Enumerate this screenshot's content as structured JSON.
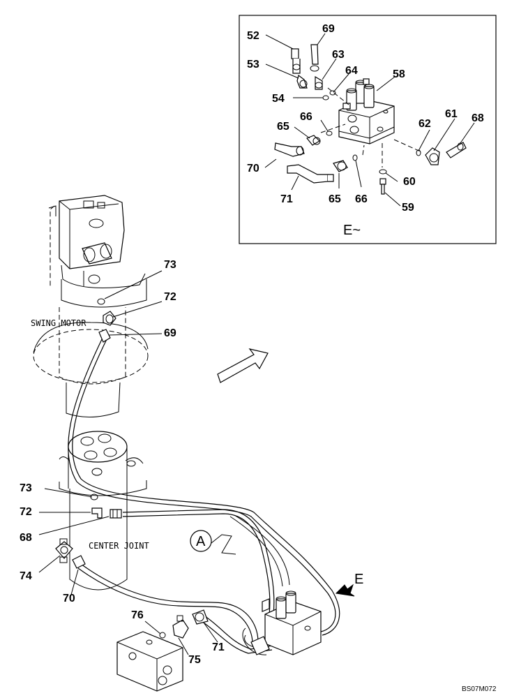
{
  "inset": {
    "view_label": "E~",
    "callouts": {
      "c52": "52",
      "c69": "69",
      "c53": "53",
      "c63": "63",
      "c64": "64",
      "c58": "58",
      "c54": "54",
      "c66a": "66",
      "c65a": "65",
      "c62": "62",
      "c61": "61",
      "c68": "68",
      "c70": "70",
      "c60": "60",
      "c71": "71",
      "c65b": "65",
      "c66b": "66",
      "c59": "59"
    }
  },
  "main": {
    "swing_motor_label": "SWING MOTOR",
    "center_joint_label": "CENTER JOINT",
    "view_a_label": "A",
    "view_e_label": "E",
    "callouts": {
      "c73a": "73",
      "c72a": "72",
      "c69": "69",
      "c73b": "73",
      "c72b": "72",
      "c68": "68",
      "c74": "74",
      "c70": "70",
      "c76": "76",
      "c75": "75",
      "c71": "71"
    }
  },
  "drawing_code": "BS07M072"
}
